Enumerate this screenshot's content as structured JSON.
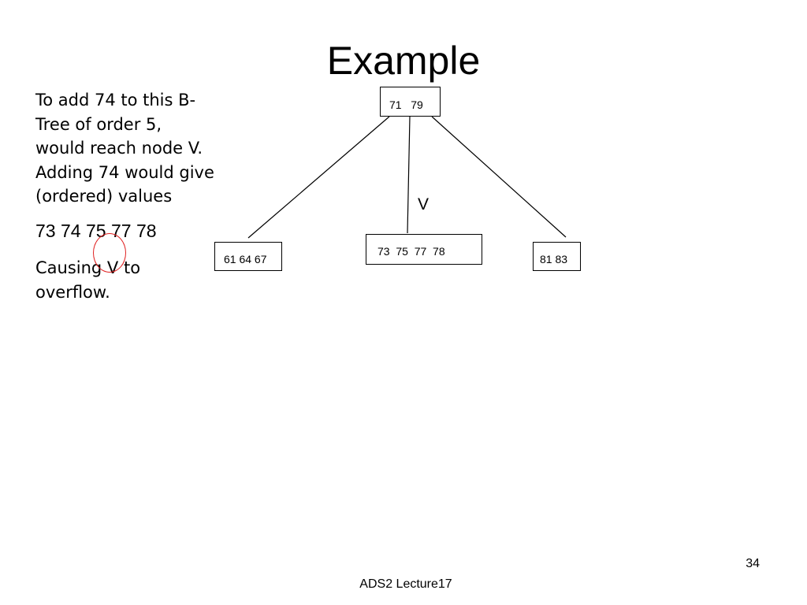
{
  "slide": {
    "title": "Example",
    "body": {
      "paragraph1": "To add 74 to this B-Tree  of order 5, would reach node V. Adding 74 would give (ordered) values",
      "ordered_values": [
        "73",
        "74",
        "75",
        "77",
        "78"
      ],
      "paragraph3": "Causing V to overflow."
    },
    "highlight_color": "#e02020",
    "page_number": "34",
    "footer": "ADS2 Lecture17"
  },
  "tree": {
    "root": {
      "keys": "71   79"
    },
    "children": [
      {
        "keys": "61 64 67"
      },
      {
        "keys": "73  75  77  78"
      },
      {
        "keys": "81 83"
      }
    ],
    "highlighted_node_label": "V"
  }
}
